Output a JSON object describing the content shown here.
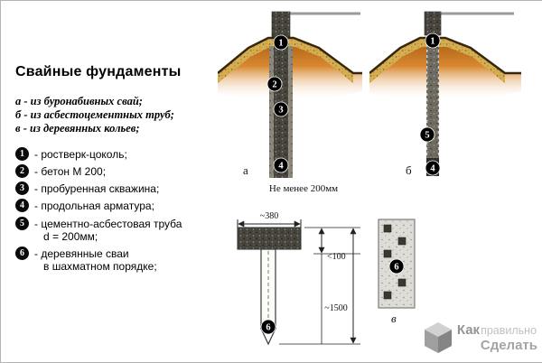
{
  "title": "Свайные фундаменты",
  "variants": [
    "а - из буронабивных свай;",
    "б - из асбестоцементных труб;",
    "в - из деревянных кольев;"
  ],
  "legend": [
    {
      "num": "1",
      "text": "- ростверк-цоколь;"
    },
    {
      "num": "2",
      "text": "- бетон М 200;"
    },
    {
      "num": "3",
      "text": "- пробуренная скважина;"
    },
    {
      "num": "4",
      "text": "- продольная арматура;"
    },
    {
      "num": "5",
      "text": "- цементно-асбестовая труба\n   d = 200мм;"
    },
    {
      "num": "6",
      "text": "- деревянные сваи\n   в шахматном порядке;"
    }
  ],
  "diagram_a": {
    "label": "а",
    "note": "Не менее 200мм",
    "markers": {
      "m1": "1",
      "m2": "2",
      "m3": "3",
      "m4": "4"
    }
  },
  "diagram_b": {
    "label": "б",
    "markers": {
      "m1": "1",
      "m5": "5",
      "m4": "4"
    }
  },
  "diagram_v": {
    "label": "в",
    "dims": {
      "width": "~380",
      "offset": "<100",
      "length": "~1500"
    },
    "markers": {
      "m6": "6"
    }
  },
  "diagram_top": {
    "markers": {
      "m6": "6"
    }
  },
  "watermark": {
    "word1": "Как",
    "word2": "правильно",
    "word3": "Сделать"
  },
  "colors": {
    "soil_orange": "#c06a18",
    "sand": "#d2a94f",
    "concrete": "#45433b",
    "outline_brown": "#38260c"
  }
}
